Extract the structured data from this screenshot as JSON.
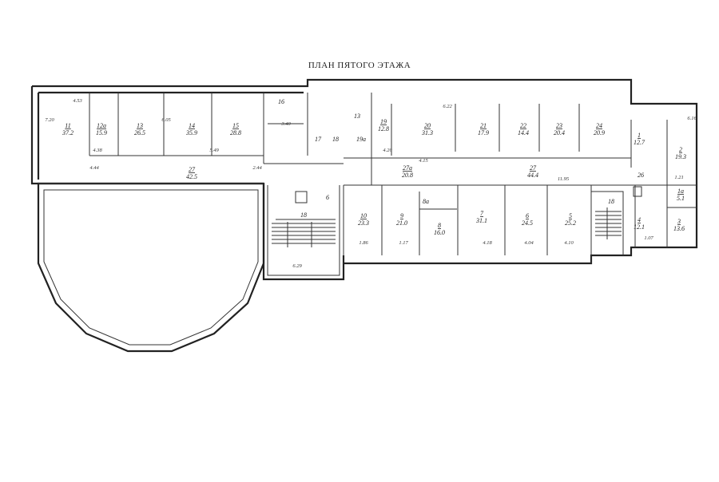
{
  "title": "ПЛАН ПЯТОГО ЭТАЖА",
  "rooms": [
    {
      "number": "11",
      "area": "37.2"
    },
    {
      "number": "12a",
      "area": "15.9"
    },
    {
      "number": "13",
      "area": "26.5"
    },
    {
      "number": "14",
      "area": "35.9"
    },
    {
      "number": "15",
      "area": "28.8"
    },
    {
      "number": "16",
      "area": ""
    },
    {
      "number": "17",
      "area": ""
    },
    {
      "number": "18",
      "area": ""
    },
    {
      "number": "13",
      "area": ""
    },
    {
      "number": "19a",
      "area": ""
    },
    {
      "number": "19",
      "area": "12.8"
    },
    {
      "number": "20",
      "area": "31.3"
    },
    {
      "number": "21",
      "area": "17.9"
    },
    {
      "number": "22",
      "area": "14.4"
    },
    {
      "number": "23",
      "area": "20.4"
    },
    {
      "number": "24",
      "area": "20.9"
    },
    {
      "number": "1",
      "area": "12.7"
    },
    {
      "number": "2",
      "area": "19.3"
    },
    {
      "number": "27",
      "area": "42.5"
    },
    {
      "number": "27a",
      "area": "20.8"
    },
    {
      "number": "27",
      "area": "44.4"
    },
    {
      "number": "26",
      "area": ""
    },
    {
      "number": "1a",
      "area": "5.1"
    },
    {
      "number": "4",
      "area": "12.1"
    },
    {
      "number": "3",
      "area": "13.6"
    },
    {
      "number": "10",
      "area": "23.3"
    },
    {
      "number": "9",
      "area": "21.0"
    },
    {
      "number": "8",
      "area": "16.0"
    },
    {
      "number": "8a",
      "area": ""
    },
    {
      "number": "7",
      "area": "31.1"
    },
    {
      "number": "6",
      "area": "24.5"
    },
    {
      "number": "5",
      "area": "25.2"
    },
    {
      "number": "18",
      "area": ""
    },
    {
      "number": "6",
      "area": ""
    },
    {
      "number": "18",
      "area": ""
    }
  ],
  "dimensions": [
    "4.53",
    "7.20",
    "4.38",
    "5.49",
    "6.05",
    "4.44",
    "2.44",
    "3.40",
    "6.22",
    "4.20",
    "4.15",
    "11.95",
    "1.86",
    "1.17",
    "4.18",
    "4.04",
    "4.10",
    "1.07",
    "6.29",
    "1.21",
    "6.16"
  ]
}
